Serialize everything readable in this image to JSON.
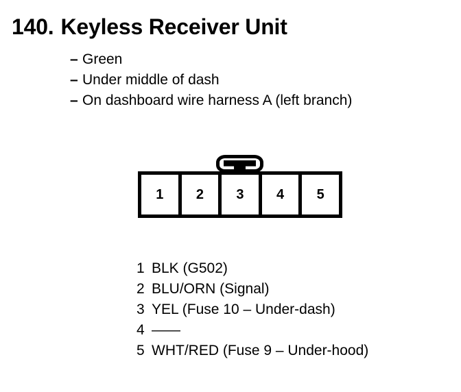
{
  "page": {
    "background_color": "#ffffff",
    "ink_color": "#000000"
  },
  "header": {
    "number": "140.",
    "title": "Keyless Receiver Unit"
  },
  "details": {
    "bullet": "–",
    "items": [
      "Green",
      "Under middle of dash",
      "On dashboard wire harness A (left branch)"
    ]
  },
  "connector": {
    "latch_icon": "connector-latch-icon",
    "pin_count": 5,
    "pins": [
      "1",
      "2",
      "3",
      "4",
      "5"
    ]
  },
  "pin_legend": [
    {
      "num": "1",
      "desc": "BLK (G502)"
    },
    {
      "num": "2",
      "desc": "BLU/ORN (Signal)"
    },
    {
      "num": "3",
      "desc": "YEL (Fuse 10 – Under-dash)"
    },
    {
      "num": "4",
      "desc": "——"
    },
    {
      "num": "5",
      "desc": "WHT/RED (Fuse 9 – Under-hood)"
    }
  ]
}
